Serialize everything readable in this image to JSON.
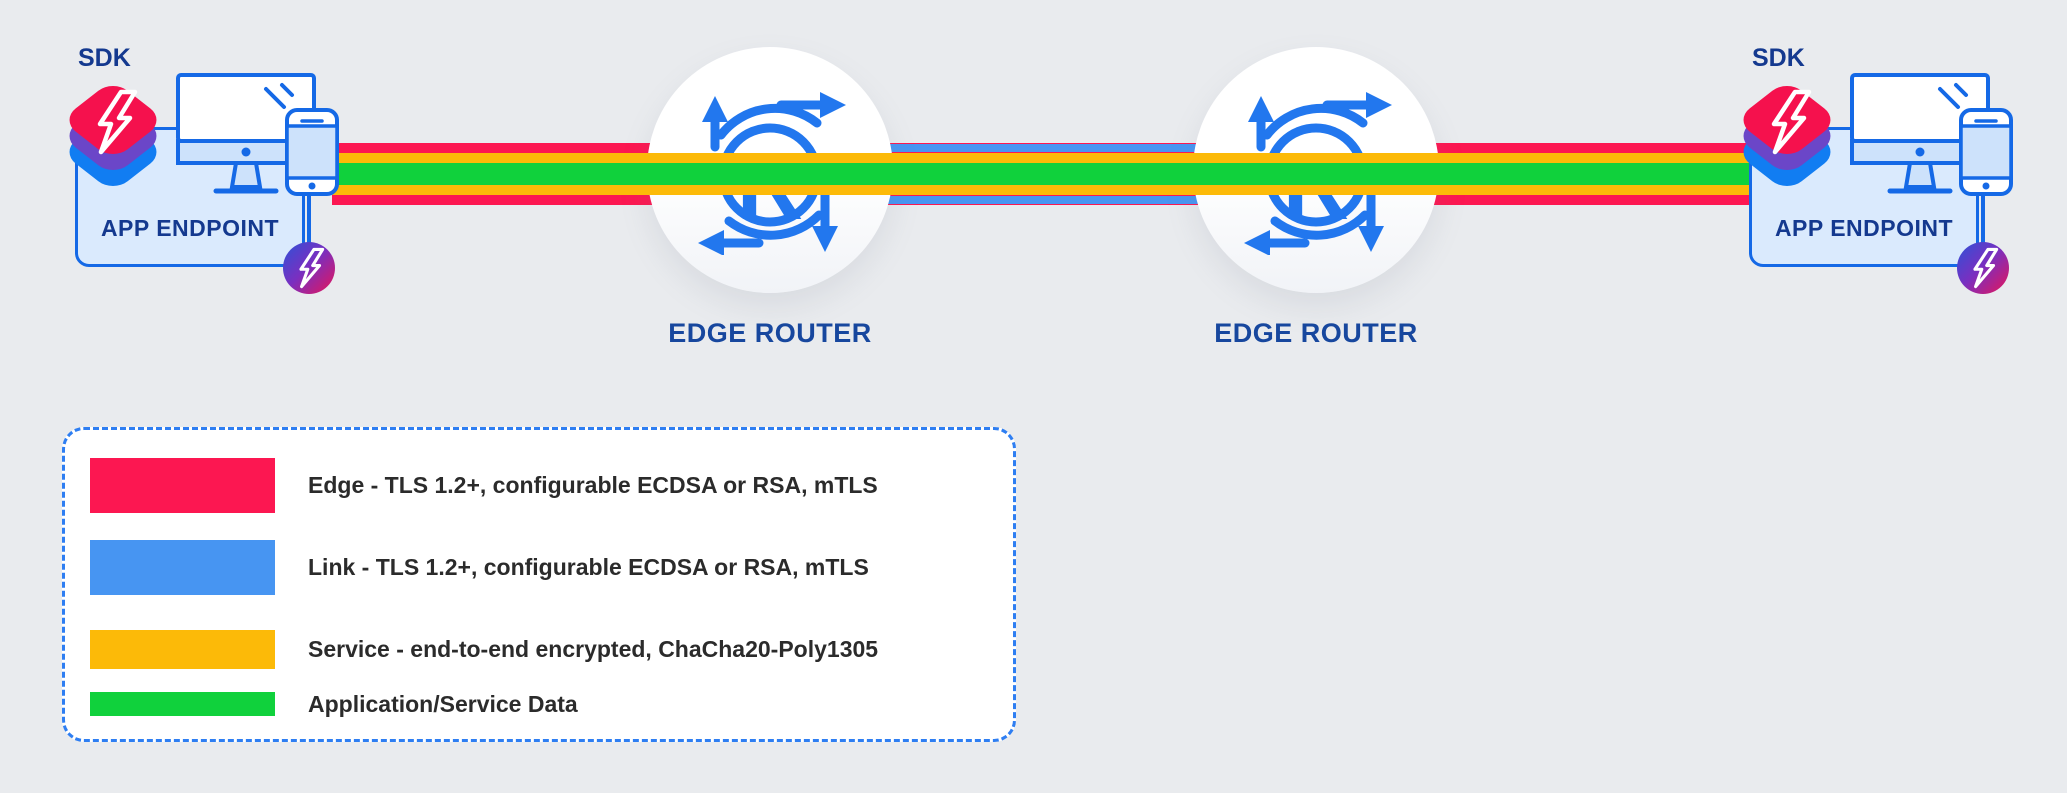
{
  "canvas": {
    "bg": "#e9ebee"
  },
  "colors": {
    "bg": "#e9ebee",
    "edge-red": "#fc1751",
    "link-blue": "#4795f2",
    "service-yellow": "#fcba08",
    "data-green": "#10d13c",
    "endpoint-border": "#1569e6",
    "endpoint-fill": "#daeafd",
    "screen-fill": "#cde2fb",
    "navy": "#14398f",
    "router-label": "#17479e",
    "router-icon": "#2277ee",
    "legend-border": "#2e7ef2",
    "legend-text": "#2b2b2b",
    "stack-red": "#f5114d",
    "stack-purple": "#6b46c8",
    "stack-blue": "#117df2"
  },
  "endpoint": {
    "sdk_label": "SDK",
    "box_label": "APP ENDPOINT"
  },
  "router": {
    "label": "EDGE ROUTER"
  },
  "legend": {
    "items": [
      {
        "id": "edge",
        "color": "#fc1751",
        "label": "Edge - TLS 1.2+, configurable ECDSA or RSA, mTLS"
      },
      {
        "id": "link",
        "color": "#4795f2",
        "label": "Link - TLS 1.2+, configurable ECDSA or RSA, mTLS"
      },
      {
        "id": "service",
        "color": "#fcba08",
        "label": "Service - end-to-end encrypted, ChaCha20-Poly1305"
      },
      {
        "id": "data",
        "color": "#10d13c",
        "label": "Application/Service Data"
      }
    ]
  }
}
